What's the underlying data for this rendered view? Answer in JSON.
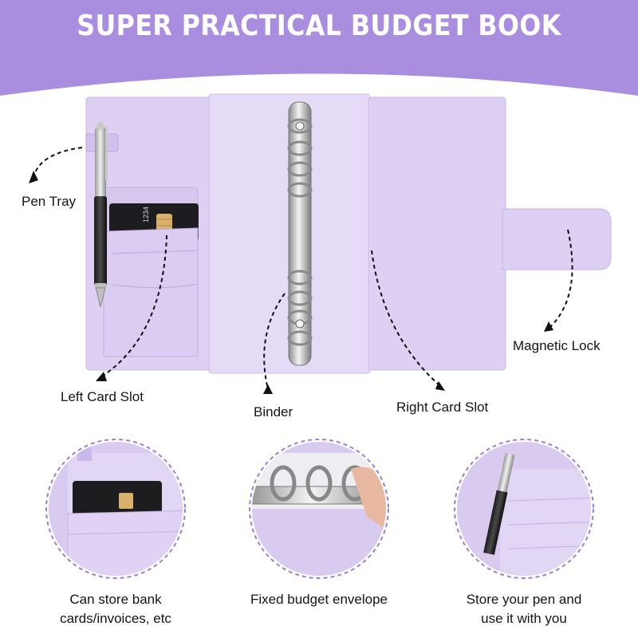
{
  "banner": {
    "title": "SUPER PRACTICAL BUDGET BOOK",
    "color": "#a98ee0"
  },
  "colors": {
    "lavender": "#ddd0f2",
    "lavender_dark": "#c7b5e6",
    "lavender_light": "#e9e0f8",
    "circle_border": "#9a7fd8"
  },
  "labels": {
    "pen_tray": "Pen Tray",
    "left_card_slot": "Left Card Slot",
    "binder": "Binder",
    "right_card_slot": "Right Card Slot",
    "magnetic_lock": "Magnetic Lock"
  },
  "card": {
    "number": "1234"
  },
  "features": [
    {
      "caption_line1": "Can store bank",
      "caption_line2": "cards/invoices, etc",
      "icon": "card-slot-closeup"
    },
    {
      "caption_line1": "Fixed budget envelope",
      "caption_line2": "",
      "icon": "binder-rings-closeup"
    },
    {
      "caption_line1": "Store your pen and",
      "caption_line2": "use it with you",
      "icon": "pen-holder-closeup"
    }
  ]
}
